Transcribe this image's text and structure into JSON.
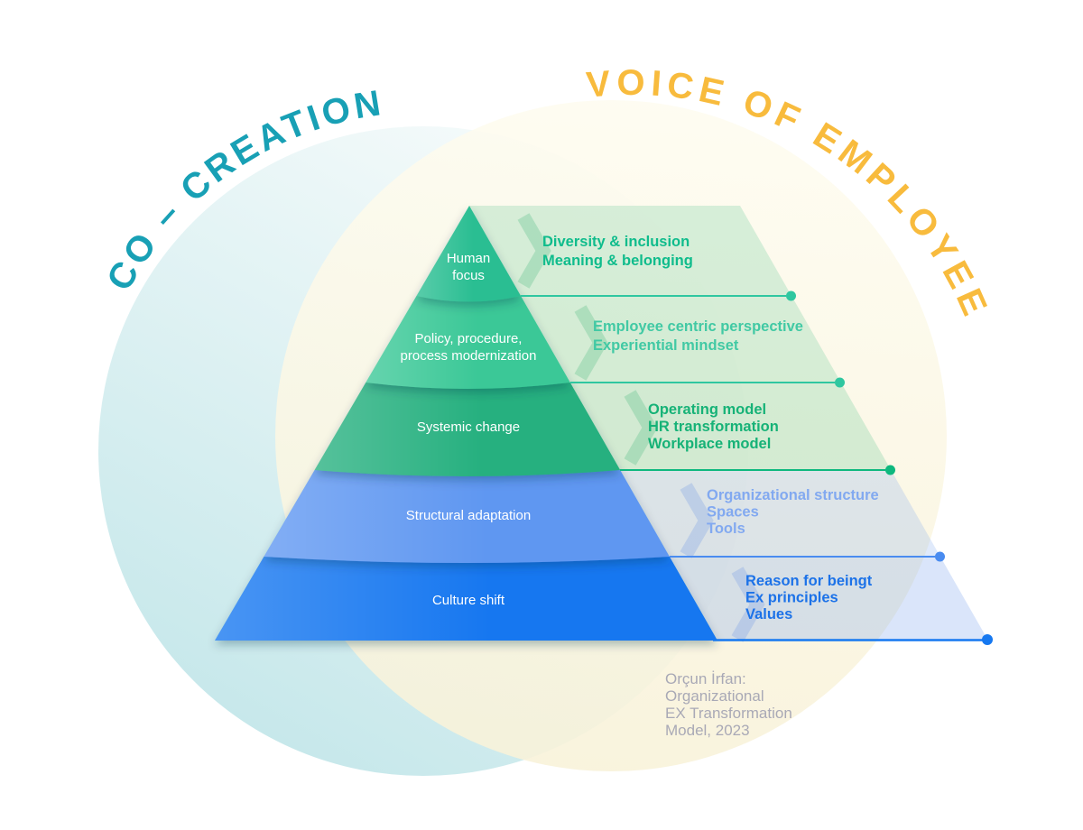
{
  "titles": {
    "left": {
      "text": "CO – CREATION",
      "color": "#18A0B5"
    },
    "right": {
      "text": "VOICE OF EMPLOYEE",
      "color": "#F8BB3D"
    }
  },
  "pyramid": {
    "label_color": "#FFFFFF",
    "levels": [
      {
        "label_lines": [
          "Human",
          "focus"
        ],
        "fill": "#2CBE92"
      },
      {
        "label_lines": [
          "Policy, procedure,",
          "process modernization"
        ],
        "fill": "#3AC897"
      },
      {
        "label_lines": [
          "Systemic change"
        ],
        "fill": "#25B07F"
      },
      {
        "label_lines": [
          "Structural adaptation"
        ],
        "fill": "#5E97F1"
      },
      {
        "label_lines": [
          "Culture shift"
        ],
        "fill": "#1377F0"
      }
    ]
  },
  "bands": [
    {
      "items": [
        "Diversity & inclusion",
        "Meaning & belonging"
      ],
      "fill": "rgba(126,208,166,0.30)",
      "chevron": "rgba(84,188,134,0.30)",
      "text_color": "#0FBC8C"
    },
    {
      "items": [
        "Employee centric perspective",
        "Experiential mindset"
      ],
      "fill": "rgba(126,208,166,0.30)",
      "chevron": "rgba(84,188,134,0.30)",
      "text_color": "#41C9A4"
    },
    {
      "items": [
        "Operating model",
        "HR transformation",
        "Workplace model"
      ],
      "fill": "rgba(126,208,166,0.32)",
      "chevron": "rgba(84,188,134,0.30)",
      "text_color": "#16B277"
    },
    {
      "items": [
        "Organizational structure",
        "Spaces",
        "Tools"
      ],
      "fill": "rgba(133,170,240,0.25)",
      "chevron": "rgba(110,150,230,0.28)",
      "text_color": "#82A9F0"
    },
    {
      "items": [
        "Reason for beingt",
        "Ex principles",
        "Values"
      ],
      "fill": "rgba(133,170,240,0.30)",
      "chevron": "rgba(110,150,230,0.28)",
      "text_color": "#1C72E8"
    }
  ],
  "connectors": [
    {
      "color": "#2FC7A0"
    },
    {
      "color": "#2FC7A0"
    },
    {
      "color": "#0EB87E"
    },
    {
      "color": "#4A8CF0"
    },
    {
      "color": "#1678F0"
    }
  ],
  "attribution": {
    "color": "#A9A9B6",
    "lines": [
      "Orçun İrfan:",
      "Organizational",
      "EX Transformation",
      "Model, 2023"
    ]
  },
  "background": {
    "left_circle_from": "#F6FBFB",
    "left_circle_to": "#C2E6E9",
    "right_circle_from": "#FEFCF0",
    "right_circle_to": "#F8F2D9"
  }
}
